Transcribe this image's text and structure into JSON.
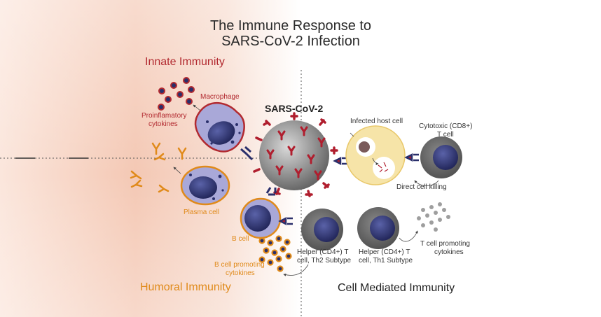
{
  "title": {
    "line1": "The Immune Response to",
    "line2": "SARS-CoV-2 Infection"
  },
  "sections": {
    "innate": "Innate Immunity",
    "humoral": "Humoral Immunity",
    "cell_mediated": "Cell Mediated Immunity"
  },
  "labels": {
    "virus": "SARS-CoV-2",
    "macrophage": "Macrophage",
    "proinflammatory_1": "Proinflamatory",
    "proinflammatory_2": "cytokines",
    "plasma_cell": "Plasma cell",
    "b_cell": "B cell",
    "b_cyto_1": "B cell promoting",
    "b_cyto_2": "cytokines",
    "th2_1": "Helper (CD4+) T",
    "th2_2": "cell, Th2 Subtype",
    "th1_1": "Helper (CD4+) T",
    "th1_2": "cell, Th1 Subtype",
    "t_cyto_1": "T cell promoting",
    "t_cyto_2": "cytokines",
    "infected_cell": "Infected host cell",
    "cytotoxic_1": "Cytotoxic (CD8+)",
    "cytotoxic_2": "T cell",
    "direct_killing": "Direct cell killing"
  },
  "colors": {
    "innate_red": "#b22a30",
    "humoral_orange": "#e08a1a",
    "virus_spike": "#b01e2e",
    "cell_navy": "#2a2f6b",
    "macrophage_fill": "#a9a8d8",
    "infected_fill": "#f6e4a8"
  }
}
